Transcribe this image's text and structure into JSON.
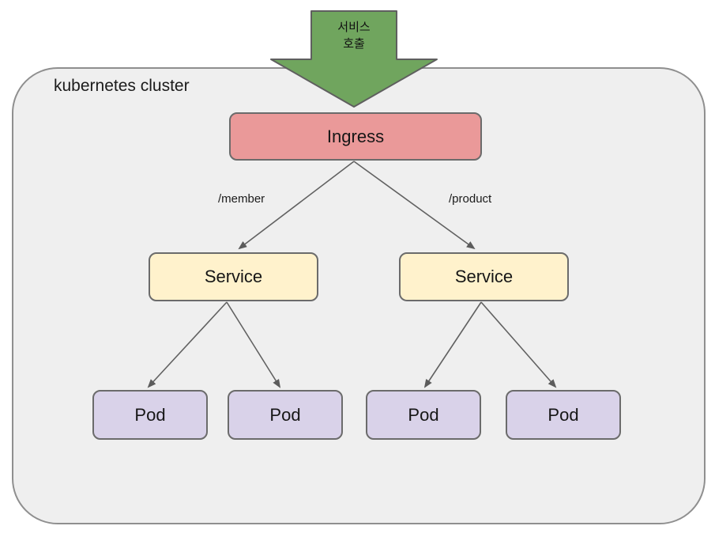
{
  "diagram": {
    "cluster_label": "kubernetes cluster",
    "external_arrow": {
      "label_line1": "서비스",
      "label_line2": "호출"
    },
    "nodes": {
      "ingress": {
        "label": "Ingress",
        "fill": "#ea9999"
      },
      "services": [
        {
          "label": "Service",
          "route": "/member",
          "fill": "#fff2cc"
        },
        {
          "label": "Service",
          "route": "/product",
          "fill": "#fff2cc"
        }
      ],
      "pods": [
        {
          "label": "Pod",
          "fill": "#d9d2e9"
        },
        {
          "label": "Pod",
          "fill": "#d9d2e9"
        },
        {
          "label": "Pod",
          "fill": "#d9d2e9"
        },
        {
          "label": "Pod",
          "fill": "#d9d2e9"
        }
      ]
    },
    "edge_labels": {
      "member": "/member",
      "product": "/product"
    },
    "colors": {
      "cluster_fill": "#efefef",
      "cluster_border": "#8f8f8f",
      "arrow_green": "#70a55e",
      "connector_gray": "#616161",
      "node_border": "#6b6b6b"
    }
  }
}
